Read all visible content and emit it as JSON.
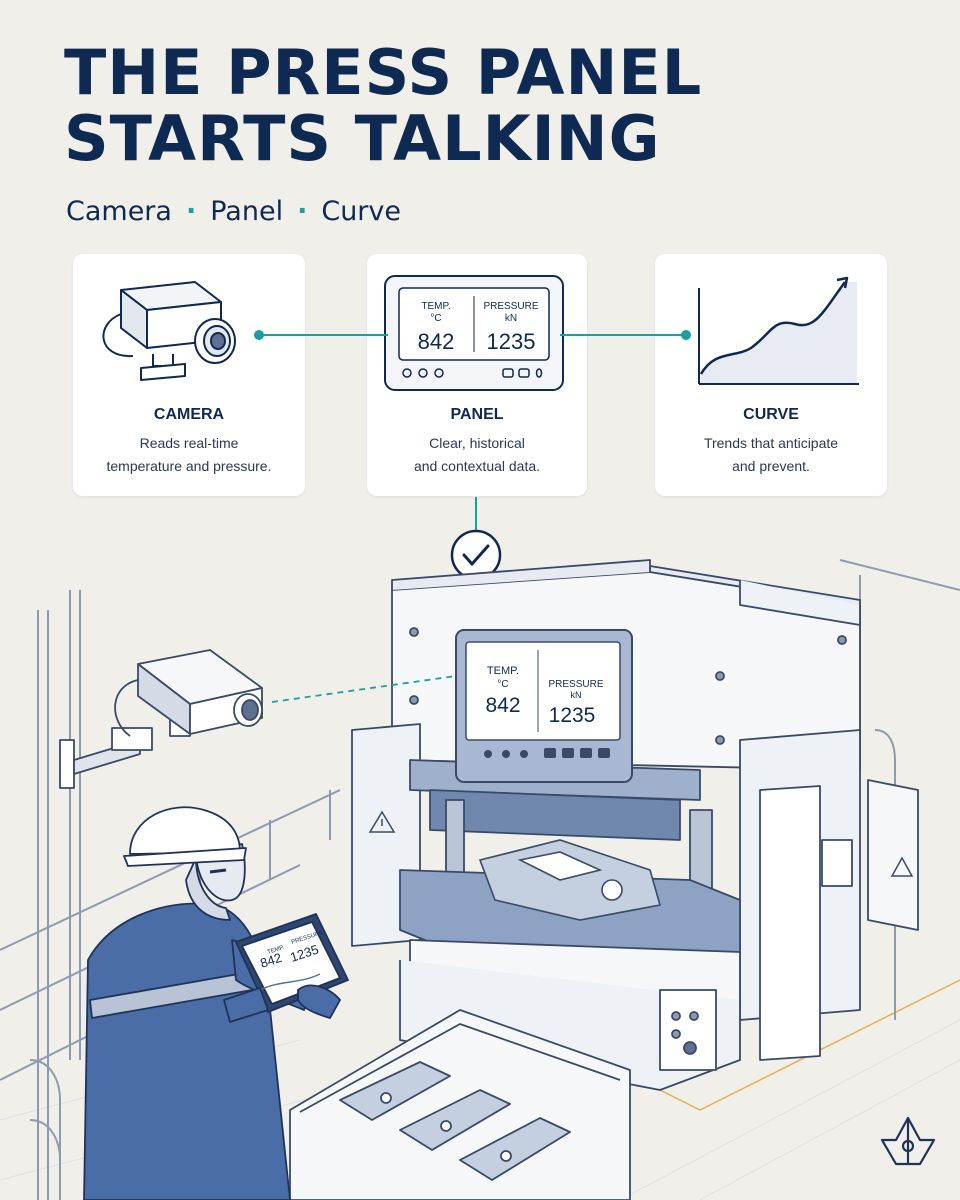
{
  "title": {
    "line1": "THE PRESS PANEL",
    "line2": "STARTS TALKING"
  },
  "subtitle": {
    "item1": "Camera",
    "item2": "Panel",
    "item3": "Curve",
    "separator": "·"
  },
  "cards": [
    {
      "title": "CAMERA",
      "desc_line1": "Reads real-time",
      "desc_line2": "temperature and pressure."
    },
    {
      "title": "PANEL",
      "desc_line1": "Clear, historical",
      "desc_line2": "and contextual data."
    },
    {
      "title": "CURVE",
      "desc_line1": "Trends that anticipate",
      "desc_line2": "and prevent."
    }
  ],
  "readout": {
    "temp_label": "TEMP.",
    "temp_unit": "°C",
    "temp_value": "842",
    "pressure_label": "PRESSURE",
    "pressure_unit": "kN",
    "pressure_value": "1235"
  },
  "colors": {
    "navy": "#0f2a52",
    "teal": "#1aa0a0",
    "background": "#f1efea",
    "worker_blue": "#4a6da8"
  },
  "icons": [
    "camera-icon",
    "panel-icon",
    "curve-icon",
    "checkmark-icon",
    "warning-icon",
    "logo-mark"
  ]
}
